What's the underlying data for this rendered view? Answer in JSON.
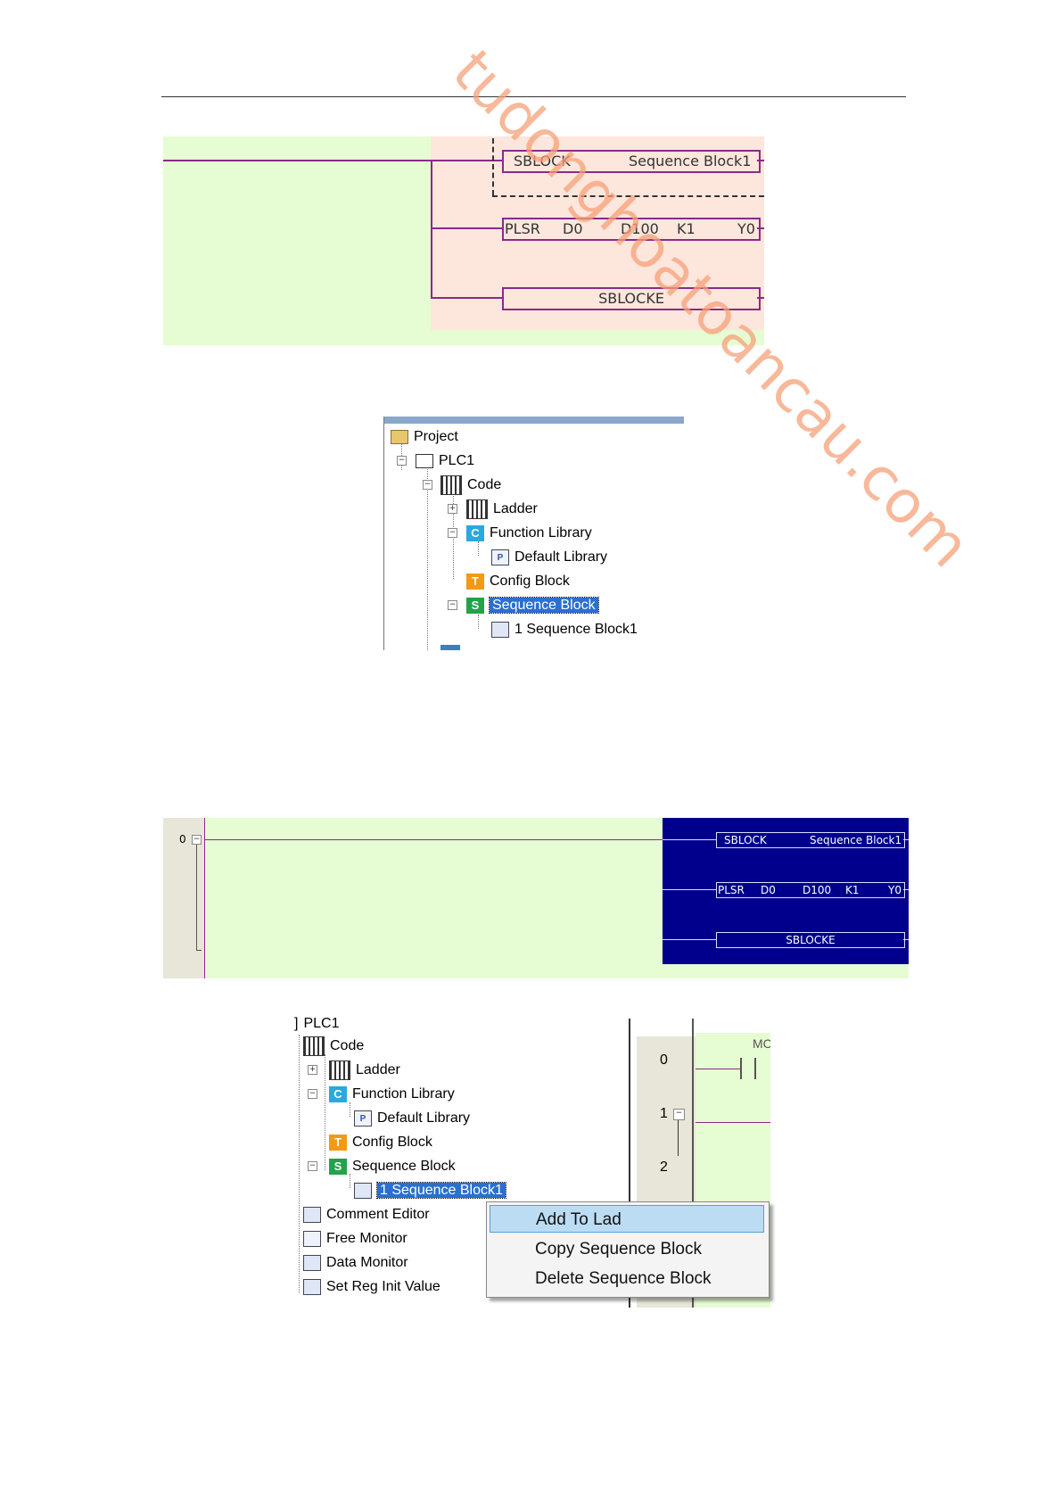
{
  "ladder_top": {
    "sblock": {
      "label": "SBLOCK",
      "name": "Sequence Block1"
    },
    "plsr": {
      "op": "PLSR",
      "a1": "D0",
      "a2": "D100",
      "a3": "K1",
      "a4": "Y0"
    },
    "sblocke": {
      "label": "SBLOCKE"
    }
  },
  "tree_top": {
    "header": "Project",
    "items": [
      "Project",
      "PLC1",
      "Code",
      "Ladder",
      "Function Library",
      "Default Library",
      "Config Block",
      "Sequence Block",
      "1 Sequence Block1"
    ],
    "icons": {
      "function_library": "C",
      "config_block": "T",
      "sequence_block": "S",
      "default_library": "P"
    }
  },
  "ladder_bottom": {
    "row0": "0",
    "sblock": {
      "label": "SBLOCK",
      "name": "Sequence Block1"
    },
    "plsr": {
      "op": "PLSR",
      "a1": "D0",
      "a2": "D100",
      "a3": "K1",
      "a4": "Y0"
    },
    "sblocke": {
      "label": "SBLOCKE"
    },
    "colors": {
      "selection": "#00008c",
      "rung_area": "#e6fcd2"
    }
  },
  "tree_bottom": {
    "items": [
      "PLC1",
      "Code",
      "Ladder",
      "Function Library",
      "Default Library",
      "Config Block",
      "Sequence Block",
      "1 Sequence Block1",
      "Comment Editor",
      "Free Monitor",
      "Data Monitor",
      "Set Reg Init Value"
    ],
    "icons": {
      "function_library": "C",
      "config_block": "T",
      "sequence_block": "S",
      "default_library": "P"
    }
  },
  "ladder_fragment": {
    "rows": [
      "0",
      "1",
      "2"
    ],
    "contact": "MC"
  },
  "context_menu": {
    "items": [
      "Add To Lad",
      "Copy Sequence Block",
      "Delete Sequence Block"
    ]
  },
  "watermark": "tudonghoatoancau.com"
}
